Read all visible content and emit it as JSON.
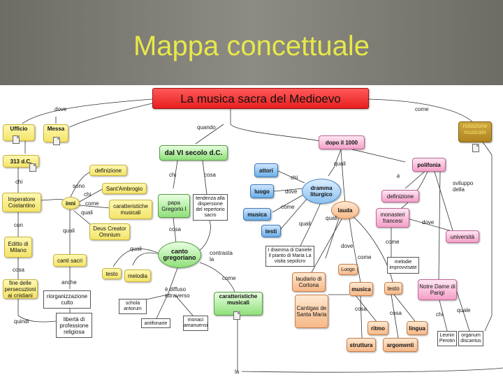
{
  "slide": {
    "title": "Mappa concettuale"
  },
  "map": {
    "nodes": {
      "root": "La musica sacra del Medioevo",
      "ufficio": "Ufficio",
      "messa": "Messa",
      "n313": "313 d.C.",
      "imperatore": "Imperatore Costantino",
      "editto": "Editto di Milano",
      "fine": "fine delle persecuzioni ai cristiani",
      "definizione1": "definizione",
      "inni": "inni",
      "santambrogio": "Sant'Ambrogio",
      "caratteristiche": "caratteristiche musicali",
      "deus": "Deus Creator Omnium",
      "canti": "canti sacri",
      "riorganizzazione": "riorganizzazione culto",
      "liberta": "libertà di professione religiosa",
      "vi": "dal VI secolo d.C.",
      "papa": "papa Gregorio I",
      "tendenza": "tendenza alla dispersione del repertorio sacro",
      "canto": "canto gregoriano",
      "testo1": "testo",
      "melodia": "melodia",
      "schola": "schola antorum",
      "antifonarie": "antifonarie",
      "monaci": "monaci amanuensi",
      "caratteristiche2": "caratteristiche musicali",
      "dopo1000": "dopo il 1000",
      "attori": "attori",
      "luogo1": "luogo",
      "musica1": "musica",
      "testi": "testi",
      "dramma": "dramma liturgico",
      "drammi": "I dramma di Daniele Il pianto di Maria La visita sepolcro",
      "lauda": "lauda",
      "luogo2": "Luogo",
      "laudario": "laudario di Cortona",
      "musica2": "musica",
      "testo2": "testo",
      "cantigas": "Cantigas de Santa Maria",
      "ritmo": "ritmo",
      "lingua": "lingua",
      "struttura": "struttura",
      "argomenti": "argomenti",
      "polifonia": "polifonia",
      "definizione2": "definizione",
      "monasteri": "monasteri francesi",
      "universita": "università",
      "improvvisate": "melodie improvvisate",
      "notredame": "Notre Dame di Parigi",
      "leonin": "Leonin Perotin",
      "organum": "organum discantus",
      "notazione": "notazione musicale"
    },
    "links": {
      "dove": "dove",
      "come_top": "come",
      "quando": "quando",
      "chi_313": "chi",
      "sono": "sono",
      "chi_inni": "chi",
      "come_inni": "come",
      "quali_inni": "quali",
      "con": "con",
      "quali_canti": "quali",
      "cosa_editto": "cosa",
      "anche": "anche",
      "quindi": "quindi",
      "chi_vi": "chi",
      "cosa_vi": "cosa",
      "cosa_papa": "cosa",
      "quali_canto": "quali",
      "contrasta": "contrasta la",
      "diffuso": "è diffuso attraverso",
      "come_canto": "come",
      "quali_1000": "quali",
      "chi_dramma": "chi",
      "dove_dramma": "dove",
      "come_dramma": "come",
      "quali_dramma": "quali",
      "quali_lauda": "quali",
      "dove_lauda": "dove",
      "come_lauda": "come",
      "cosa_lauda": "cosa",
      "cosa_testo": "cosa",
      "e_poli": "è",
      "sviluppo": "sviluppo della",
      "dove_poli": "dove",
      "come_poli": "come",
      "chi_notre": "chi",
      "quale": "quale",
      "la": "la"
    }
  }
}
